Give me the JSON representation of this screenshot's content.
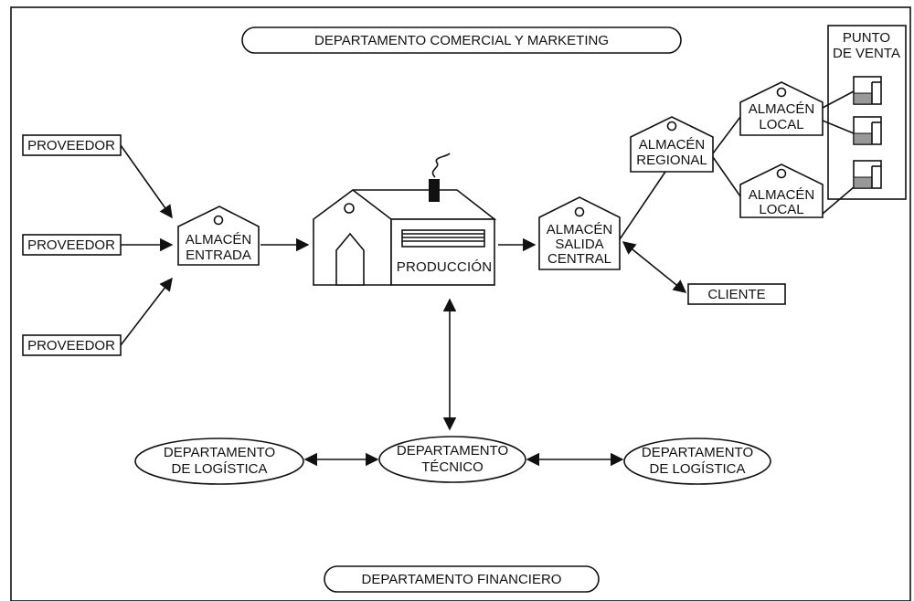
{
  "departments": {
    "top": "DEPARTAMENTO COMERCIAL Y MARKETING",
    "bottom": "DEPARTAMENTO FINANCIERO",
    "logistics_left": [
      "DEPARTAMENTO",
      "DE LOGÍSTICA"
    ],
    "technical": [
      "DEPARTAMENTO",
      "TÉCNICO"
    ],
    "logistics_right": [
      "DEPARTAMENTO",
      "DE LOGÍSTICA"
    ]
  },
  "suppliers": [
    "PROVEEDOR",
    "PROVEEDOR",
    "PROVEEDOR"
  ],
  "warehouses": {
    "entry": [
      "ALMACÉN",
      "ENTRADA"
    ],
    "central": [
      "ALMACÉN",
      "SALIDA",
      "CENTRAL"
    ],
    "regional": [
      "ALMACÉN",
      "REGIONAL"
    ],
    "local_top": [
      "ALMACÉN",
      "LOCAL"
    ],
    "local_bottom": [
      "ALMACÉN",
      "LOCAL"
    ]
  },
  "production": "PRODUCCIÓN",
  "client": "CLIENTE",
  "point_of_sale": [
    "PUNTO",
    "DE VENTA"
  ]
}
